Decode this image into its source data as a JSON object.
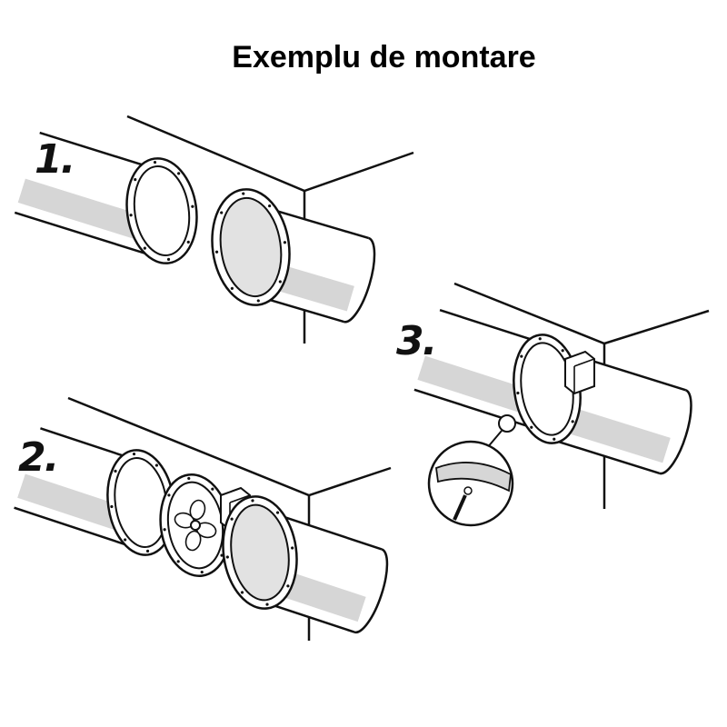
{
  "title": "Exemplu de montare",
  "steps": [
    {
      "label": "1."
    },
    {
      "label": "2."
    },
    {
      "label": "3."
    }
  ],
  "colors": {
    "line": "#111111",
    "shade": "#d6d6d6",
    "inner": "#e2e2e2"
  }
}
